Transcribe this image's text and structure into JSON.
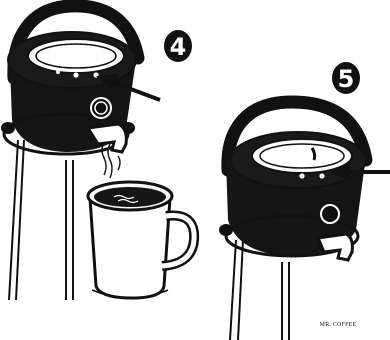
{
  "steps": [
    {
      "number": "4"
    },
    {
      "number": "5"
    }
  ],
  "brand": {
    "text": "MR. COFFEE"
  },
  "colors": {
    "ink": "#111111",
    "paper": "#ffffff"
  },
  "icons": [
    "pointer-arrow-icon",
    "pointer-arrow-icon"
  ]
}
